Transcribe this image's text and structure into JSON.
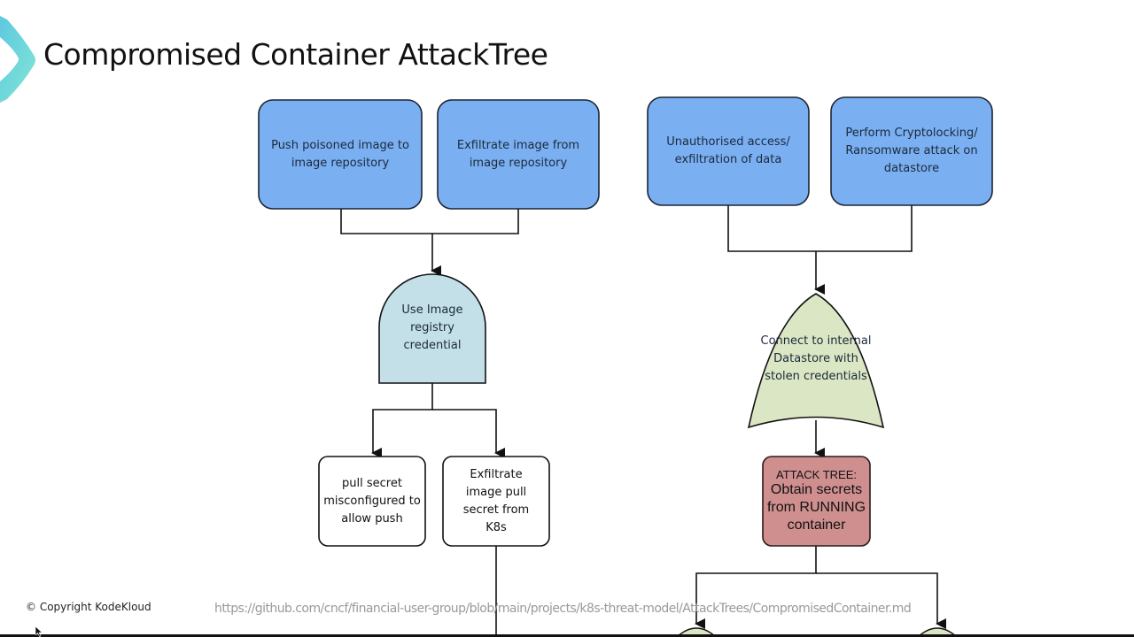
{
  "slide": {
    "title": "Compromised Container AttackTree",
    "footer_copyright": "© Copyright KodeKloud",
    "footer_url": "https://github.com/cncf/financial-user-group/blob/main/projects/k8s-threat-model/AttackTrees/CompromisedContainer.md"
  },
  "icons": {
    "logo": "chevron-right-logo-icon",
    "cursor": "mouse-pointer-icon",
    "arrow": "arrow-down-icon"
  },
  "colors": {
    "goal_fill": "#7aaff2",
    "and_gate_fill": "#c3e0e8",
    "or_gate_fill": "#dbe6c4",
    "attack_tree_fill": "#cf8f8f",
    "leaf_fill": "#ffffff",
    "stroke": "#111111",
    "logo_gradient": [
      "#5ec8e0",
      "#7fe3d6"
    ]
  },
  "nodes": {
    "push_poisoned": {
      "type": "goal",
      "label": "Push poisoned image to image repository"
    },
    "exfiltrate_image": {
      "type": "goal",
      "label": "Exfiltrate image from image repository"
    },
    "unauthorised_access": {
      "type": "goal",
      "label": "Unauthorised access/ exfiltration of data"
    },
    "cryptolocking": {
      "type": "goal",
      "label": "Perform Cryptolocking/ Ransomware attack on datastore"
    },
    "use_registry_credential": {
      "type": "and-gate",
      "label": "Use Image registry credential"
    },
    "connect_datastore": {
      "type": "or-gate",
      "label": "Connect to internal Datastore with stolen credentials"
    },
    "pull_secret_misconfigured": {
      "type": "leaf",
      "label": "pull secret misconfigured to allow push"
    },
    "exfiltrate_pull_secret": {
      "type": "leaf",
      "label": "Exfiltrate image pull secret from K8s"
    },
    "attack_tree_running": {
      "type": "sub-tree",
      "prefix": "ATTACK TREE:",
      "label": "Obtain secrets from RUNNING container"
    }
  },
  "edges": [
    {
      "from": "push_poisoned",
      "to": "use_registry_credential"
    },
    {
      "from": "exfiltrate_image",
      "to": "use_registry_credential"
    },
    {
      "from": "use_registry_credential",
      "to": "pull_secret_misconfigured"
    },
    {
      "from": "use_registry_credential",
      "to": "exfiltrate_pull_secret"
    },
    {
      "from": "unauthorised_access",
      "to": "connect_datastore"
    },
    {
      "from": "cryptolocking",
      "to": "connect_datastore"
    },
    {
      "from": "connect_datastore",
      "to": "attack_tree_running"
    },
    {
      "from": "attack_tree_running",
      "to": "offscreen-left"
    },
    {
      "from": "attack_tree_running",
      "to": "offscreen-right"
    },
    {
      "from": "exfiltrate_pull_secret",
      "to": "offscreen-below"
    }
  ]
}
